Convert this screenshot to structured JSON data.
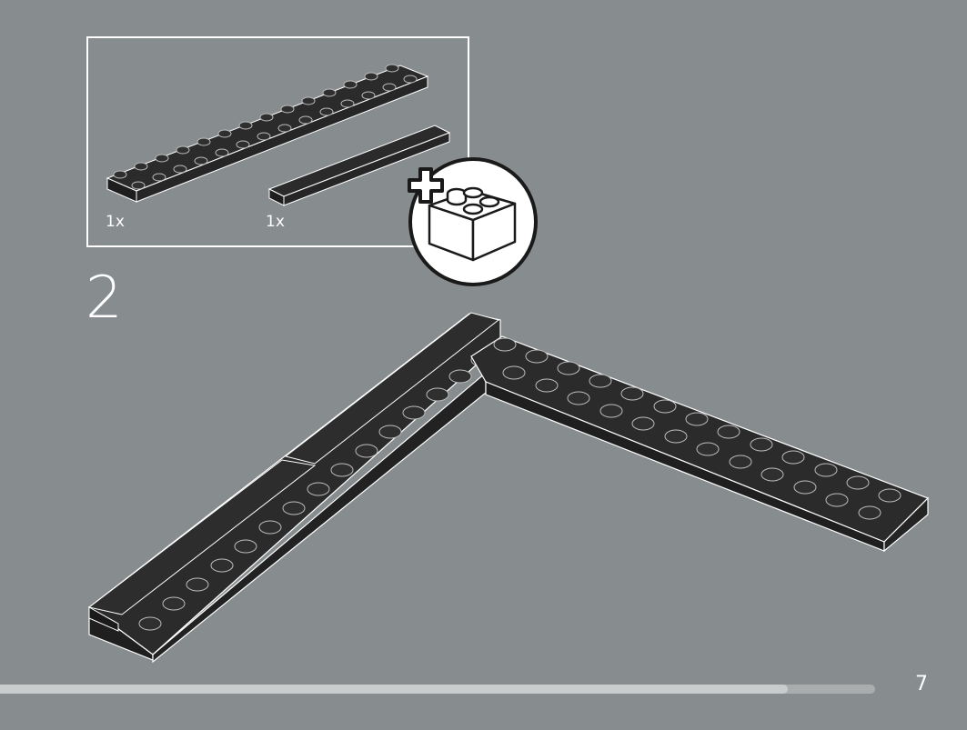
{
  "instruction_page": {
    "parts_list": {
      "items": [
        {
          "icon": "plate-2x14-icon",
          "quantity": "1x",
          "color": "#2b2b2b"
        },
        {
          "icon": "tile-1x8-icon",
          "quantity": "1x",
          "color": "#2b2b2b"
        }
      ],
      "badge_icon": "add-brick-plus-icon"
    },
    "step_number": "2",
    "page_number": "7",
    "progress": 0.9,
    "colors": {
      "background": "#878d8e",
      "brick": "#2b2b2b",
      "outline": "#ffffff"
    }
  }
}
